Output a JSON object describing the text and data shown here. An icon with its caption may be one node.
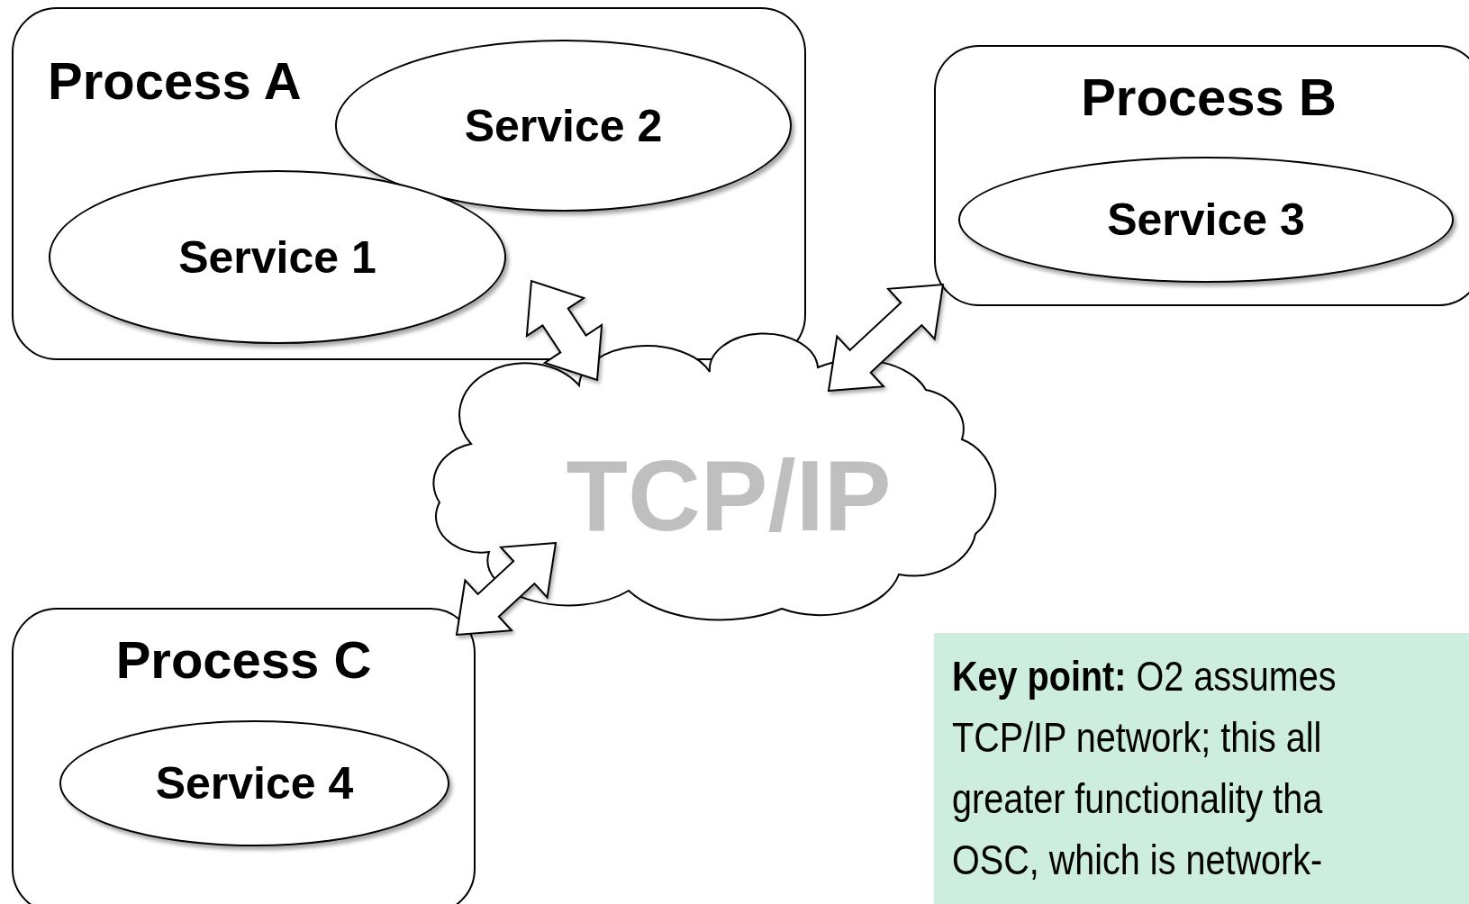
{
  "diagram": {
    "nodes": [
      {
        "text": [
          "Process A"
        ]
      },
      {
        "text": [
          "Service 2"
        ],
        "in": 0
      },
      {
        "text": [
          "Service 1"
        ],
        "in": 0
      },
      {
        "text": [
          "Process B"
        ]
      },
      {
        "text": [
          "Service 3"
        ],
        "in": 3
      },
      {
        "text": [
          "TCP/IP"
        ]
      },
      {
        "text": [
          "Process C"
        ]
      },
      {
        "text": [
          "Service 4"
        ],
        "in": 6
      },
      {
        "text": [
          "**Key point:** O2 assumes",
          "TCP/IP network; this all",
          "greater functionality tha",
          "OSC, which is network-"
        ]
      }
    ],
    "edges": [
      {
        "from": 0,
        "to": 5,
        "arrow": "both"
      },
      {
        "from": 5,
        "to": 3,
        "arrow": "both"
      },
      {
        "from": 5,
        "to": 6,
        "arrow": "both"
      }
    ]
  }
}
